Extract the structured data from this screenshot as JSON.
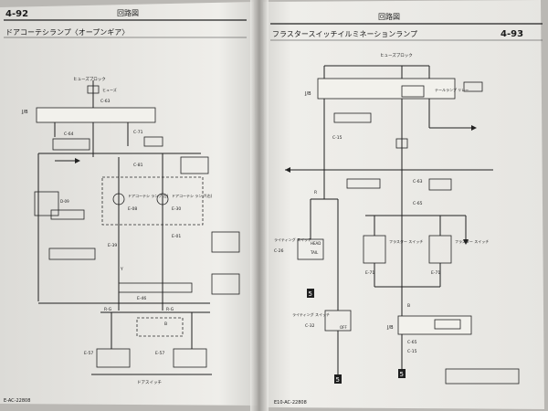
{
  "left_page": {
    "page_number": "4-92",
    "header": "回路図",
    "title": "ドアコーテシランプ〈オープンギア〉",
    "footer": "E-AC-22808",
    "labels": {
      "fuse_top": "ヒューズブロック",
      "fuse_small": "ヒューズ",
      "jb": "J/B",
      "c63": "C-63",
      "c64": "C-64",
      "c71": "C-71",
      "c81": "C-81",
      "d09": "D-09",
      "e08": "E-08",
      "e30": "E-30",
      "e39": "E-39",
      "e01": "E-01",
      "e46": "E-46",
      "e57a": "E-57",
      "e57b": "E-57",
      "lamp1": "ドアコーテシ ランプ(左)",
      "lamp2": "ドアコーテシ ランプ(右)",
      "switch": "ドアスイッチ",
      "wire_rg1": "R-G",
      "wire_rg2": "R-G",
      "wire_y": "Y",
      "wire_b": "B"
    }
  },
  "right_page": {
    "page_number": "4-93",
    "header": "回路図",
    "title": "フラスタースイッチイルミネーションランプ",
    "footer": "E10-AC-22808",
    "labels": {
      "fuse_top": "ヒューズブロック",
      "jb": "J/B",
      "c15a": "C-15",
      "c15b": "C-15",
      "c63": "C-63",
      "c65a": "C-65",
      "c65b": "C-65",
      "c26": "C-26",
      "c32": "C-32",
      "e71a": "E-71",
      "e71b": "E-71",
      "sw_left": "ライティング スイッチ",
      "sw_left2": "ライティング スイッチ",
      "head": "HEAD",
      "tail": "TAIL",
      "off": "OFF",
      "ground": "5",
      "wire_r": "R",
      "wire_b": "B",
      "relay_text": "テールランプ リレー",
      "illum1": "フラスター スイッチ",
      "illum2": "フラスター スイッチ"
    }
  }
}
